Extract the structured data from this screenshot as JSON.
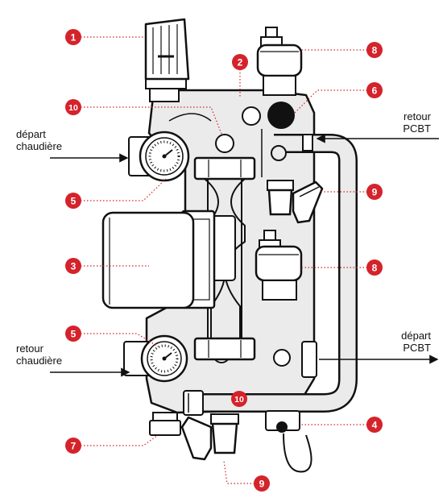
{
  "diagram": {
    "accent_color": "#d4232b",
    "callouts": [
      {
        "id": "c1",
        "label": "1"
      },
      {
        "id": "c2",
        "label": "2"
      },
      {
        "id": "c3",
        "label": "3"
      },
      {
        "id": "c4",
        "label": "4"
      },
      {
        "id": "c5a",
        "label": "5"
      },
      {
        "id": "c5b",
        "label": "5"
      },
      {
        "id": "c6",
        "label": "6"
      },
      {
        "id": "c7",
        "label": "7"
      },
      {
        "id": "c8a",
        "label": "8"
      },
      {
        "id": "c8b",
        "label": "8"
      },
      {
        "id": "c9a",
        "label": "9"
      },
      {
        "id": "c9b",
        "label": "9"
      },
      {
        "id": "c10a",
        "label": "10"
      },
      {
        "id": "c10b",
        "label": "10"
      }
    ],
    "labels": {
      "depart_chaudiere": [
        "départ",
        "chaudière"
      ],
      "retour_chaudiere": [
        "retour",
        "chaudière"
      ],
      "retour_pcbt": [
        "retour",
        "PCBT"
      ],
      "depart_pcbt": [
        "départ",
        "PCBT"
      ]
    }
  }
}
